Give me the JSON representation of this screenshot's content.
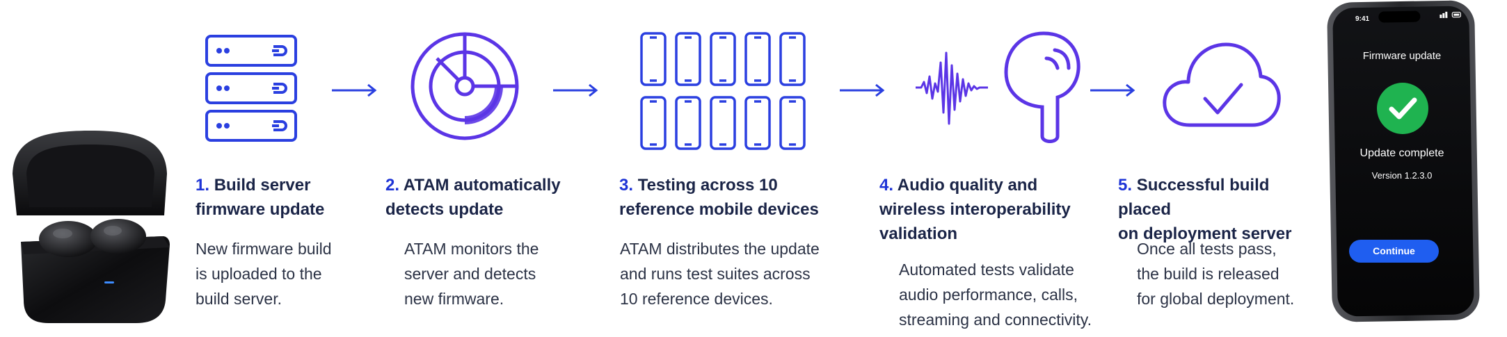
{
  "colors": {
    "blue": "#1e34d6",
    "violet": "#5b35e6",
    "title": "#1a2447",
    "body_text": "#2b3245",
    "success_green": "#1fb350",
    "phone_button": "#1f5ef0"
  },
  "steps": [
    {
      "number": "1.",
      "title": "Build server\nfirmware update",
      "description": "New firmware build\nis uploaded to the\nbuild server.",
      "icon": "server-rack-icon"
    },
    {
      "number": "2.",
      "title": "ATAM automatically\ndetects update",
      "description": "ATAM monitors the\nserver and detects\nnew firmware.",
      "icon": "radar-icon"
    },
    {
      "number": "3.",
      "title": "Testing across 10\nreference mobile devices",
      "description": "ATAM distributes the update\nand runs test suites across\n10 reference devices.",
      "icon": "mobile-devices-grid-icon"
    },
    {
      "number": "4.",
      "title": "Audio quality and\nwireless interoperability\nvalidation",
      "description": "Automated tests validate\naudio performance, calls,\nstreaming and connectivity.",
      "icon": "audio-waveform-earbud-icon"
    },
    {
      "number": "5.",
      "title": "Successful build placed\non deployment server",
      "description": "Once all tests pass,\nthe build is released\nfor global deployment.",
      "icon": "cloud-check-icon"
    }
  ],
  "phone": {
    "time": "9:41",
    "header": "Firmware update",
    "status": "Update complete",
    "version": "Version 1.2.3.0",
    "button_label": "Continue"
  }
}
